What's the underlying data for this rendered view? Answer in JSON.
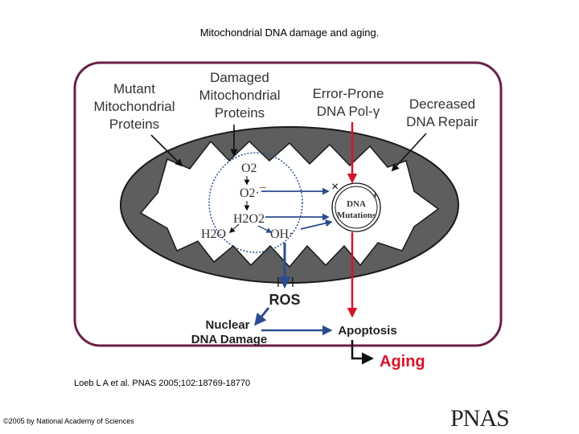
{
  "title": "Mitochondrial DNA damage and aging.",
  "diagram": {
    "causes": {
      "mutant": [
        "Mutant",
        "Mitochondrial",
        "Proteins"
      ],
      "damaged": [
        "Damaged",
        "Mitochondrial",
        "Proteins"
      ],
      "error_prone": [
        "Error-Prone",
        "DNA Pol-γ"
      ],
      "decreased": [
        "Decreased",
        "DNA Repair"
      ]
    },
    "species": {
      "o2": "O2",
      "superoxide": "O2·¯",
      "h2o2": "H2O2",
      "h2o": "H2O",
      "oh": "OH·"
    },
    "dna_mutations": [
      "DNA",
      "Mutations"
    ],
    "ros": "ROS",
    "nuclear_damage": [
      "Nuclear",
      "DNA Damage"
    ],
    "apoptosis": "Apoptosis",
    "aging": "Aging",
    "colors": {
      "blue": "#2a4d8f",
      "red": "#d6132b",
      "membrane": "#5e5e5e",
      "outline": "#6b1f4a"
    }
  },
  "citation": "Loeb L A et al. PNAS 2005;102:18769-18770",
  "copyright": "©2005 by National Academy of Sciences",
  "logo": "PNAS"
}
